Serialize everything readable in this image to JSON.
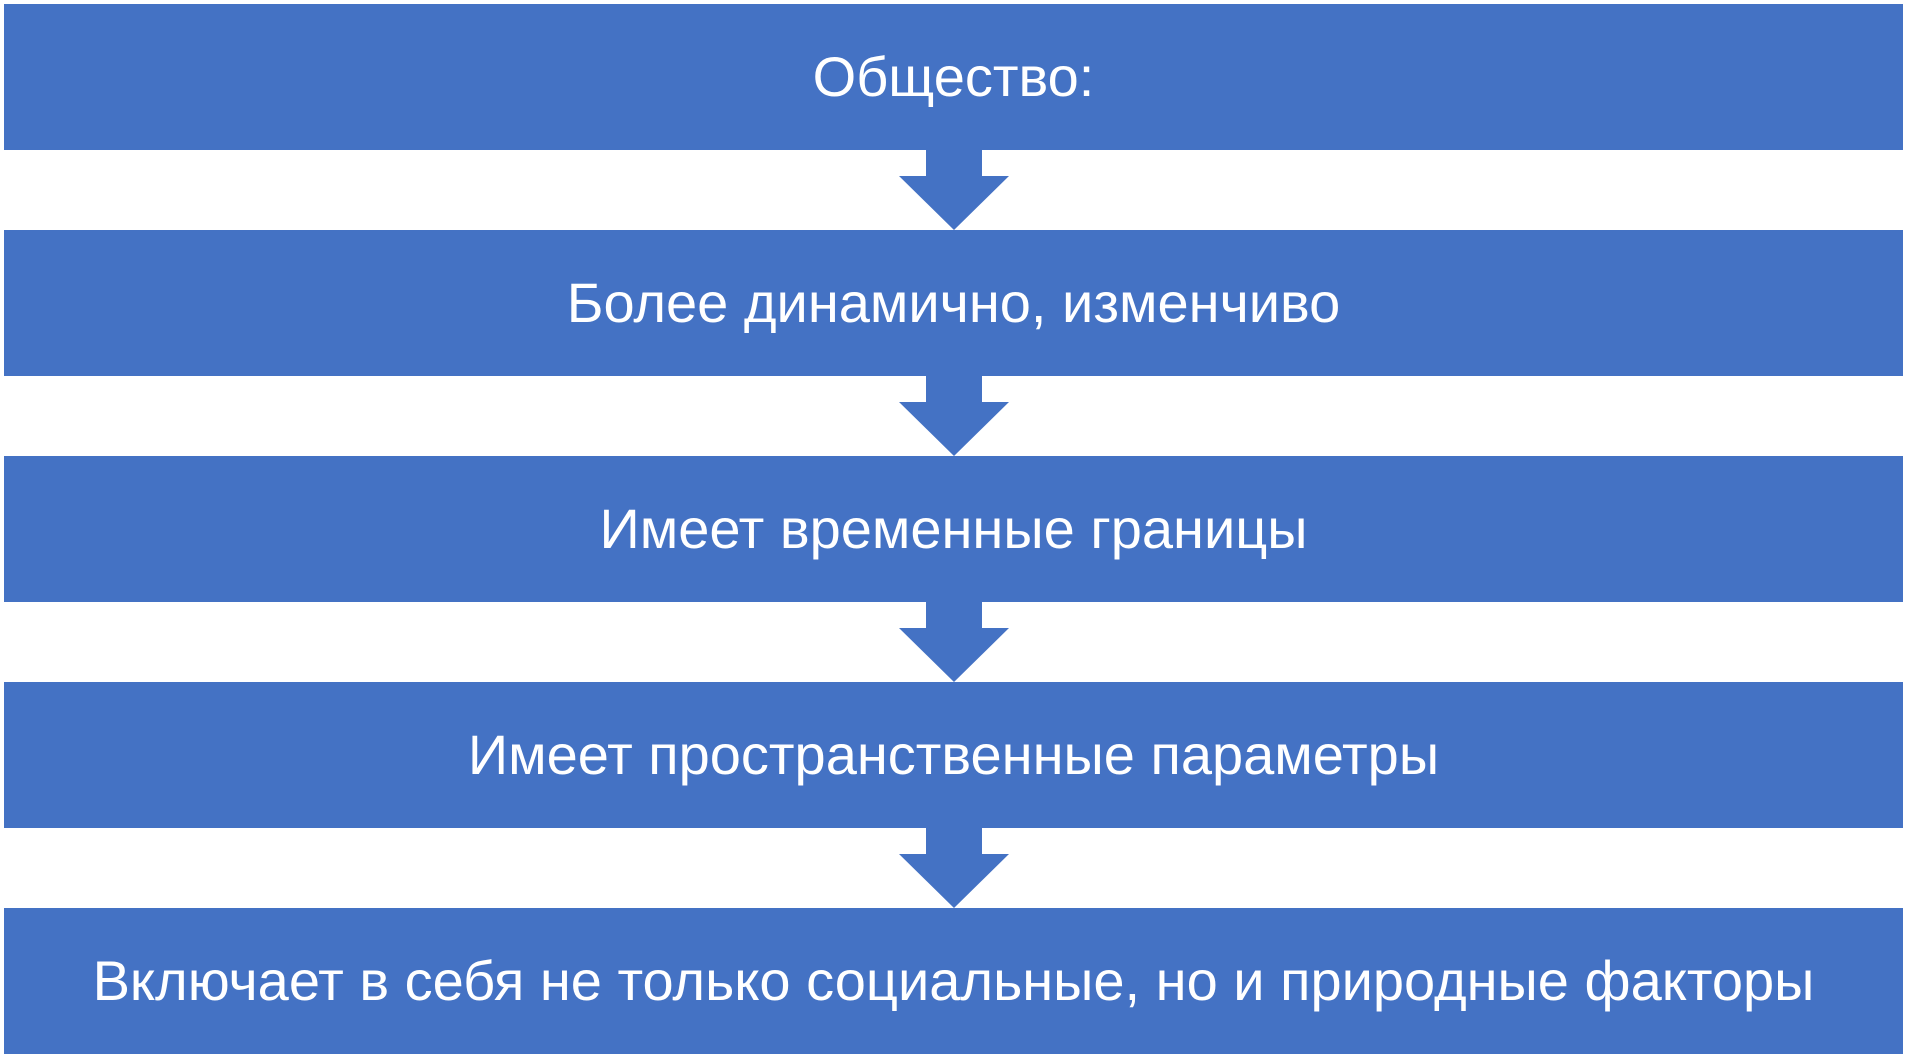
{
  "diagram": {
    "accent_color": "#4472c4",
    "text_color": "#ffffff",
    "steps": [
      {
        "label": "Общество:"
      },
      {
        "label": "Более динамично, изменчиво"
      },
      {
        "label": "Имеет временные границы"
      },
      {
        "label": "Имеет пространственные параметры"
      },
      {
        "label": "Включает в себя не только социальные, но и природные факторы"
      }
    ],
    "connector_icon": "down-arrow-icon"
  }
}
